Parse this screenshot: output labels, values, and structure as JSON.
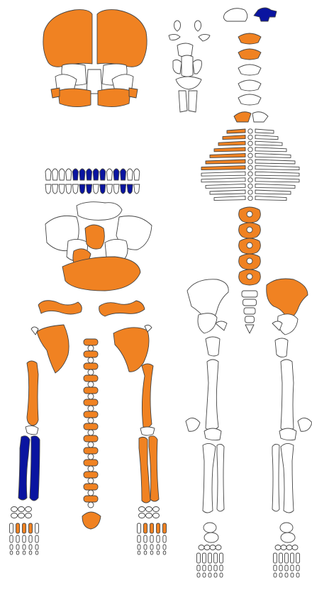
{
  "diagram": {
    "kind": "skeletal inventory chart",
    "colors": {
      "present": "#F08222",
      "highlighted": "#0A14A0",
      "absent": "#ffffff",
      "outline": "#444444"
    },
    "regions": [
      {
        "name": "skull",
        "state": "present"
      },
      {
        "name": "atlas",
        "state": "highlighted"
      },
      {
        "name": "upper-cervical-vertebrae",
        "state": "present"
      },
      {
        "name": "thoracic-vertebra-left-halves",
        "state": "present"
      },
      {
        "name": "lumbar-vertebrae",
        "state": "present"
      },
      {
        "name": "skull-base",
        "state": "present"
      },
      {
        "name": "clavicles",
        "state": "present"
      },
      {
        "name": "scapulae",
        "state": "present"
      },
      {
        "name": "humeri",
        "state": "present"
      },
      {
        "name": "left-radius-ulna",
        "state": "highlighted"
      },
      {
        "name": "right-radius-ulna",
        "state": "present"
      },
      {
        "name": "sternum-segments",
        "state": "present"
      },
      {
        "name": "right-ilium",
        "state": "present"
      },
      {
        "name": "deciduous-teeth",
        "state": "highlighted"
      }
    ]
  }
}
